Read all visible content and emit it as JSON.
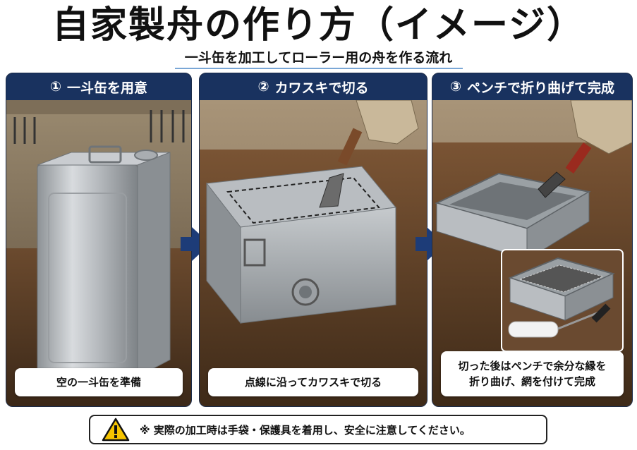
{
  "header": {
    "title": "自家製舟の作り方（イメージ）",
    "subtitle": "一斗缶を加工してローラー用の舟を作る流れ"
  },
  "steps": [
    {
      "number": "①",
      "title": "一斗缶を用意",
      "caption": "空の一斗缶を準備"
    },
    {
      "number": "②",
      "title": "カワスキで切る",
      "caption": "点線に沿ってカワスキで切る"
    },
    {
      "number": "③",
      "title": "ペンチで折り曲げて完成",
      "caption_line1": "切った後はペンチで余分な縁を",
      "caption_line2": "折り曲げ、網を付けて完成"
    }
  ],
  "warning": {
    "text": "※ 実際の加工時は手袋・保護具を着用し、安全に注意してください。",
    "icon": "warning-triangle-icon"
  },
  "colors": {
    "header_bg": "#19325f",
    "arrow": "#1d3c78",
    "warning_yellow": "#f5c400"
  }
}
